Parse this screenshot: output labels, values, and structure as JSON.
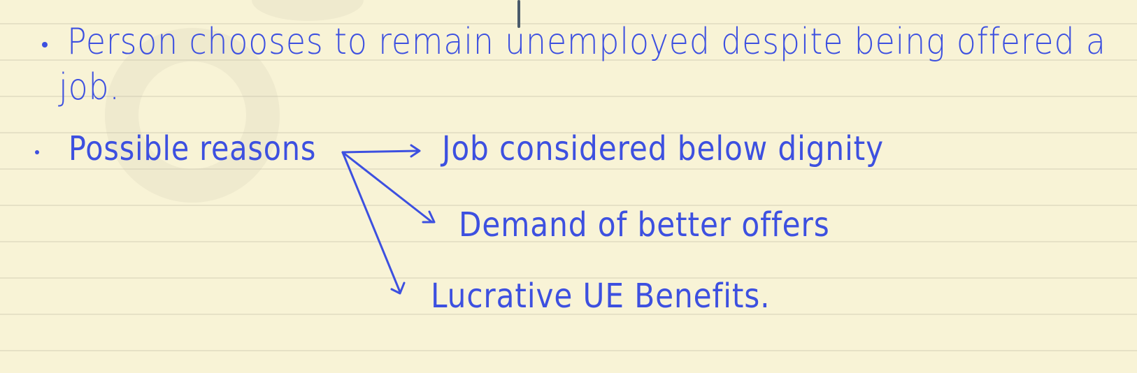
{
  "note": {
    "point1_line1": "Person chooses to remain unemployed despite being offered a",
    "point1_line2": "job.",
    "point2_label": "Possible reasons",
    "reasons": [
      "Job considered below dignity",
      "Demand of better offers",
      "Lucrative UE Benefits."
    ]
  },
  "colors": {
    "ink": "#3d50e0",
    "paper": "#f8f3d6",
    "rule_line": "#e6e1c6"
  }
}
